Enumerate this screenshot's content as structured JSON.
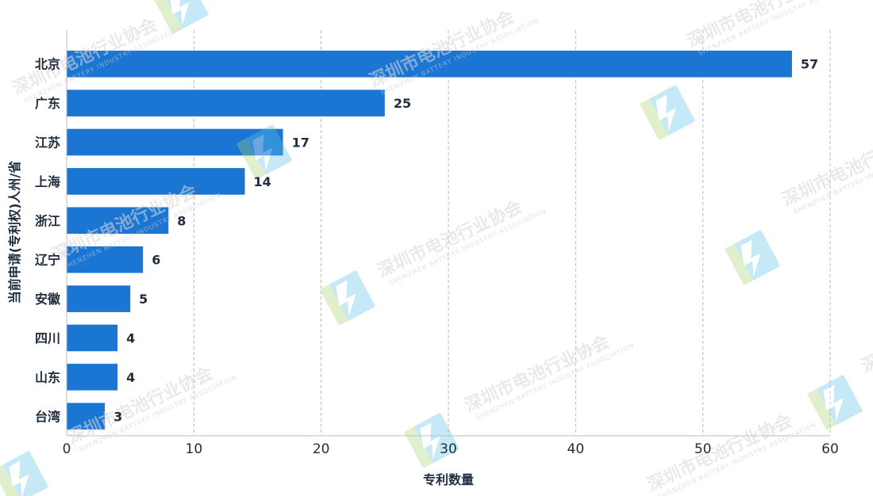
{
  "chart_data": {
    "type": "bar",
    "orientation": "horizontal",
    "categories": [
      "北京",
      "广东",
      "江苏",
      "上海",
      "浙江",
      "辽宁",
      "安徽",
      "四川",
      "山东",
      "台湾"
    ],
    "values": [
      57,
      25,
      17,
      14,
      8,
      6,
      5,
      4,
      4,
      3
    ],
    "xlabel": "专利数量",
    "ylabel": "当前申请(专利权)人州/省",
    "xlim": [
      0,
      60
    ],
    "xticks": [
      0,
      10,
      20,
      30,
      40,
      50,
      60
    ],
    "grid": "vertical dashed",
    "bar_color": "#1b76d3",
    "data_labels": true
  },
  "watermark": {
    "cn": "深圳市电池行业协会",
    "en": "SHENZHEN BATTERY INDUSTRY ASSOCIATION",
    "colors": {
      "blue": "#5bc3e6",
      "green": "#a9d46f"
    }
  }
}
